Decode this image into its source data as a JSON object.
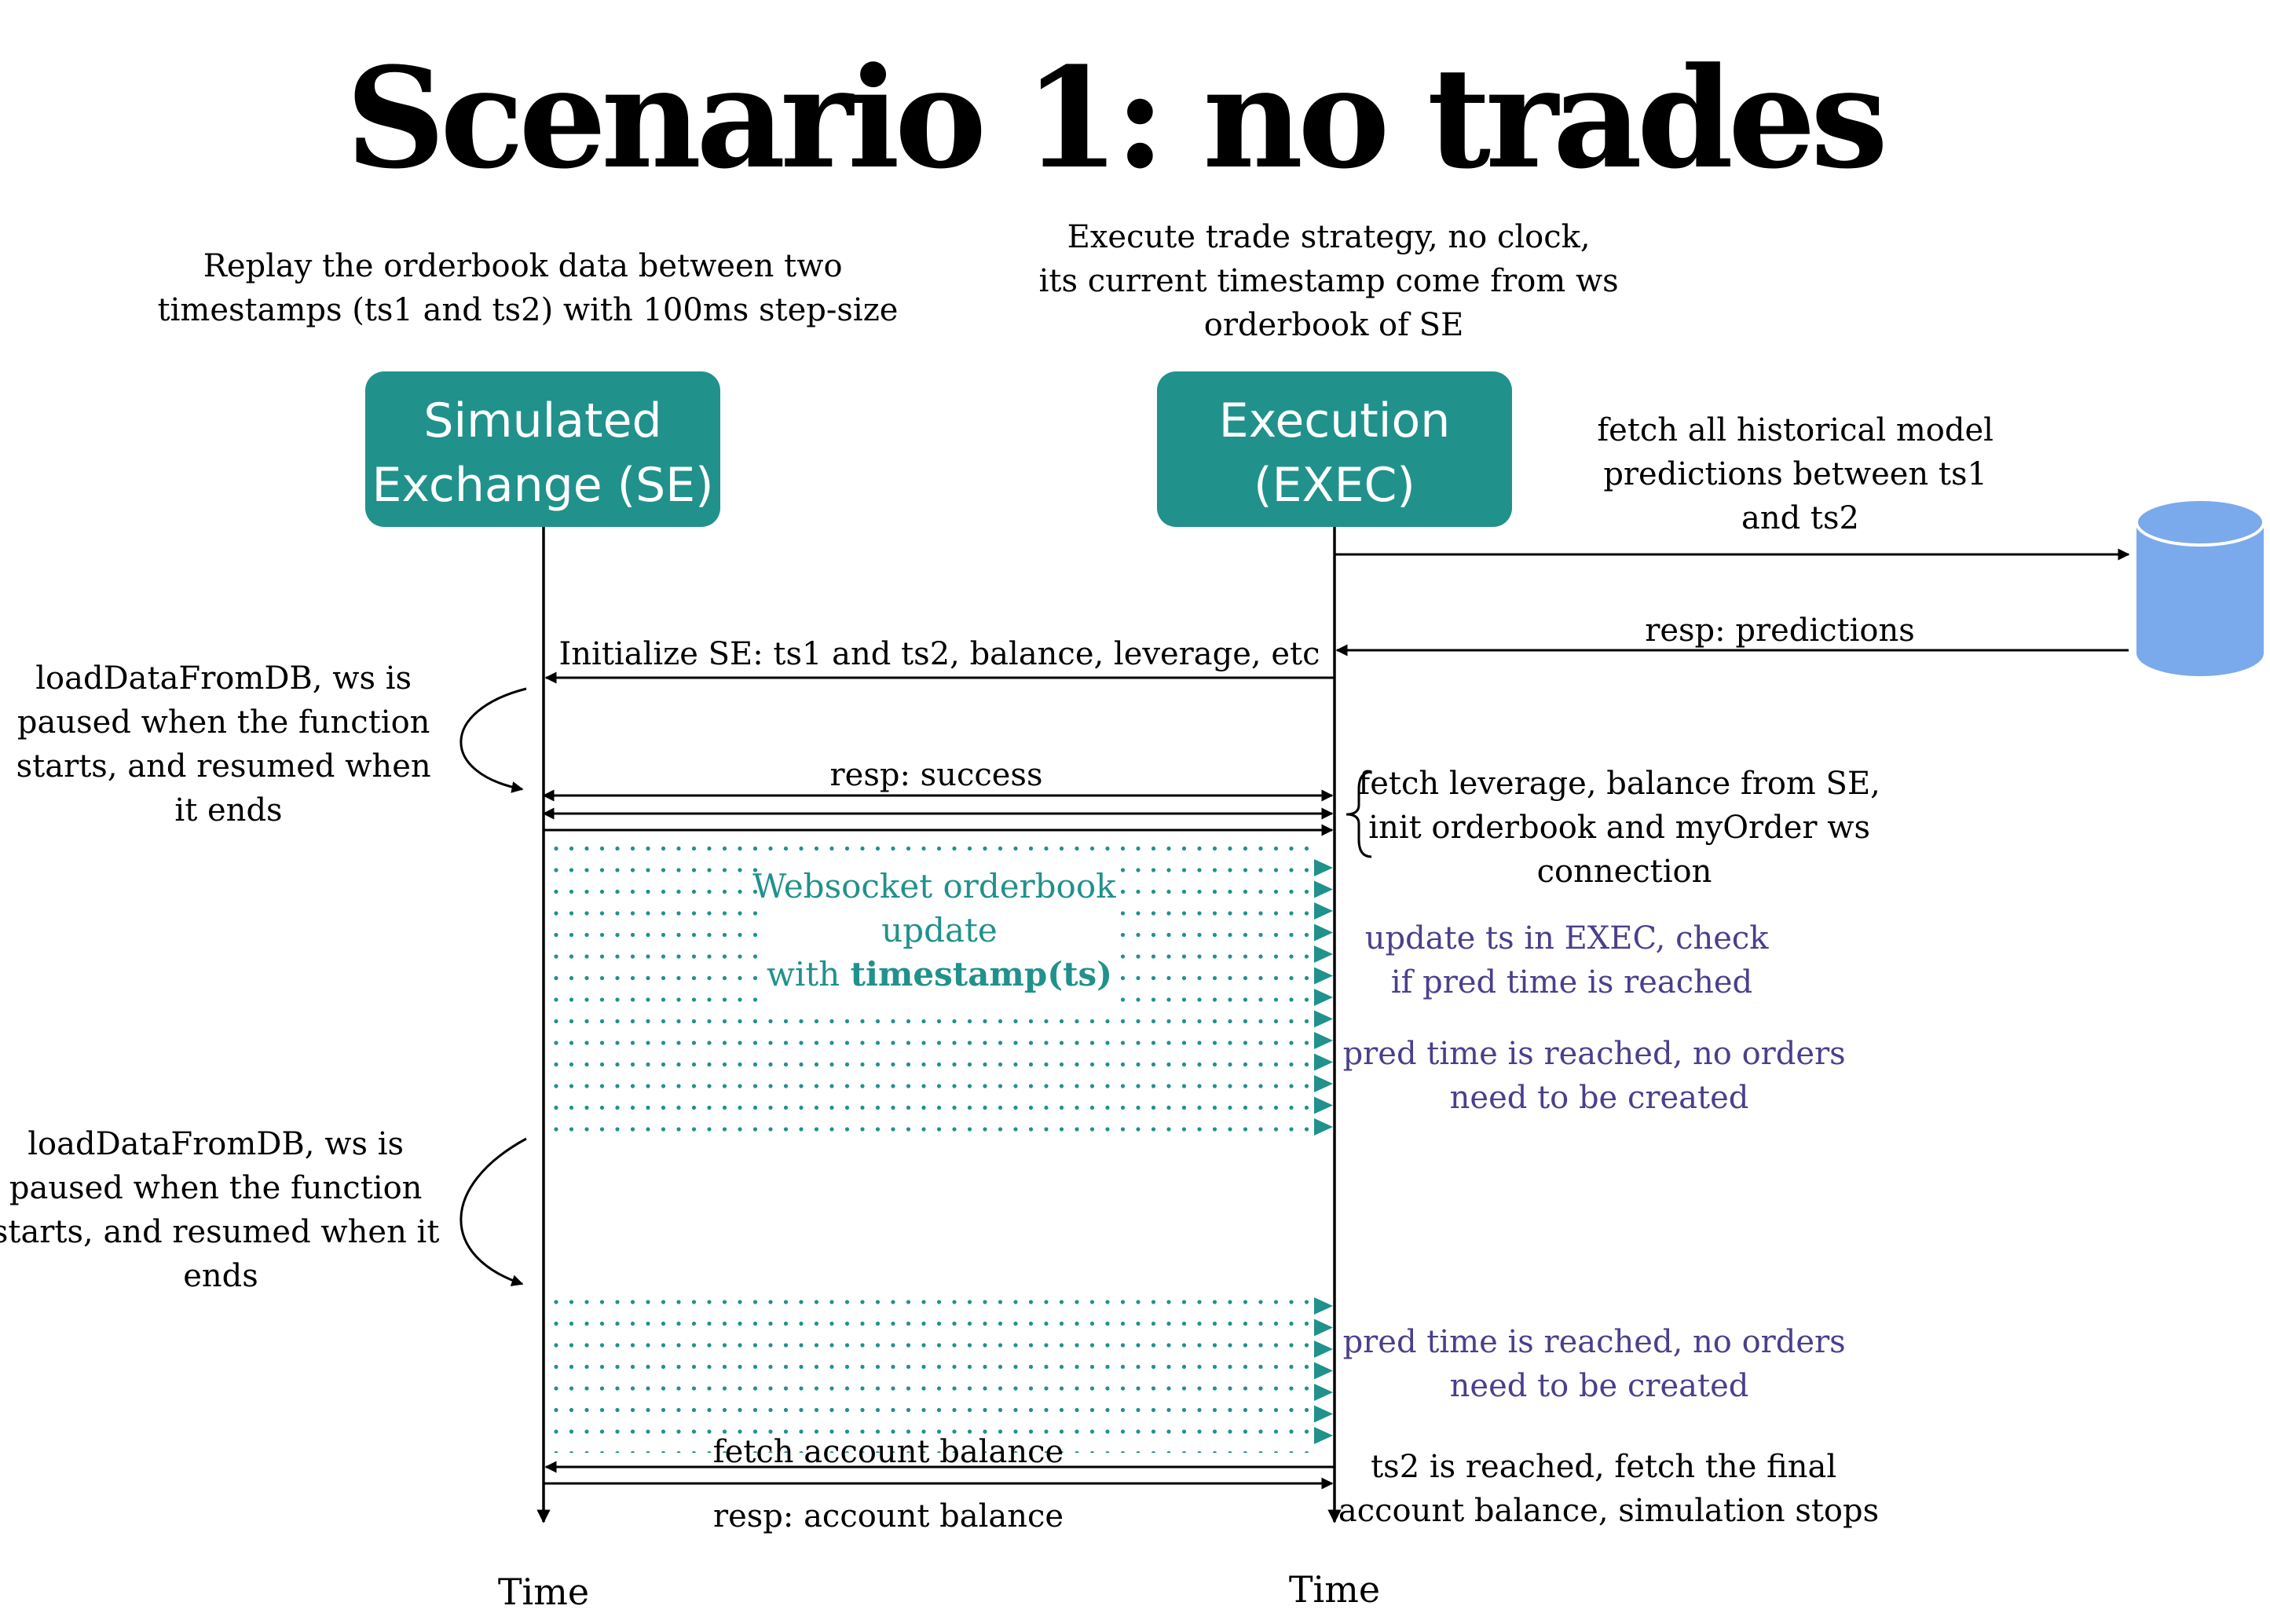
{
  "title": "Scenario 1: no trades",
  "colors": {
    "actor_fill": "#21918c",
    "database": "#7aaaeb",
    "websocket": "#21918c",
    "note_purple": "#4b3f8c"
  },
  "actors": {
    "se": {
      "line1": "Simulated",
      "line2": "Exchange (SE)",
      "description": [
        "Replay the orderbook data between two",
        "timestamps (ts1 and ts2) with 100ms step-size"
      ],
      "time_label": "Time"
    },
    "exec": {
      "line1": "Execution",
      "line2": "(EXEC)",
      "description": [
        "Execute trade strategy, no clock,",
        "its current timestamp come from ws",
        "orderbook of SE"
      ],
      "time_label": "Time"
    },
    "db": {
      "icon": "database-icon"
    }
  },
  "messages": {
    "fetch_predictions": [
      "fetch all historical model",
      "predictions between ts1",
      "and ts2"
    ],
    "resp_predictions": "resp: predictions",
    "initialize_se": "Initialize SE: ts1 and ts2, balance, leverage, etc",
    "resp_success": "resp: success",
    "fetch_account_balance": "fetch account balance",
    "resp_account_balance": "resp: account balance"
  },
  "websocket": {
    "line1": "Websocket orderbook",
    "line2": "update",
    "line3_prefix": "with ",
    "line3_bold": "timestamp(ts)"
  },
  "notes": {
    "load_data_1": [
      "loadDataFromDB, ws is",
      "paused when the function",
      "starts, and resumed when",
      "it ends"
    ],
    "load_data_2": [
      "loadDataFromDB, ws is",
      "paused when the function",
      "starts, and resumed when it",
      "ends"
    ],
    "fetch_leverage": [
      "fetch leverage, balance from SE,",
      "init orderbook and myOrder ws",
      "connection"
    ],
    "update_ts": [
      "update ts in EXEC, check",
      "if pred time is reached"
    ],
    "pred_reached_1": [
      "pred time is reached, no orders",
      "need to be created"
    ],
    "pred_reached_2": [
      "pred time is reached, no orders",
      "need to be created"
    ],
    "ts2_reached": [
      "ts2 is reached, fetch the final",
      "account balance, simulation stops"
    ]
  }
}
